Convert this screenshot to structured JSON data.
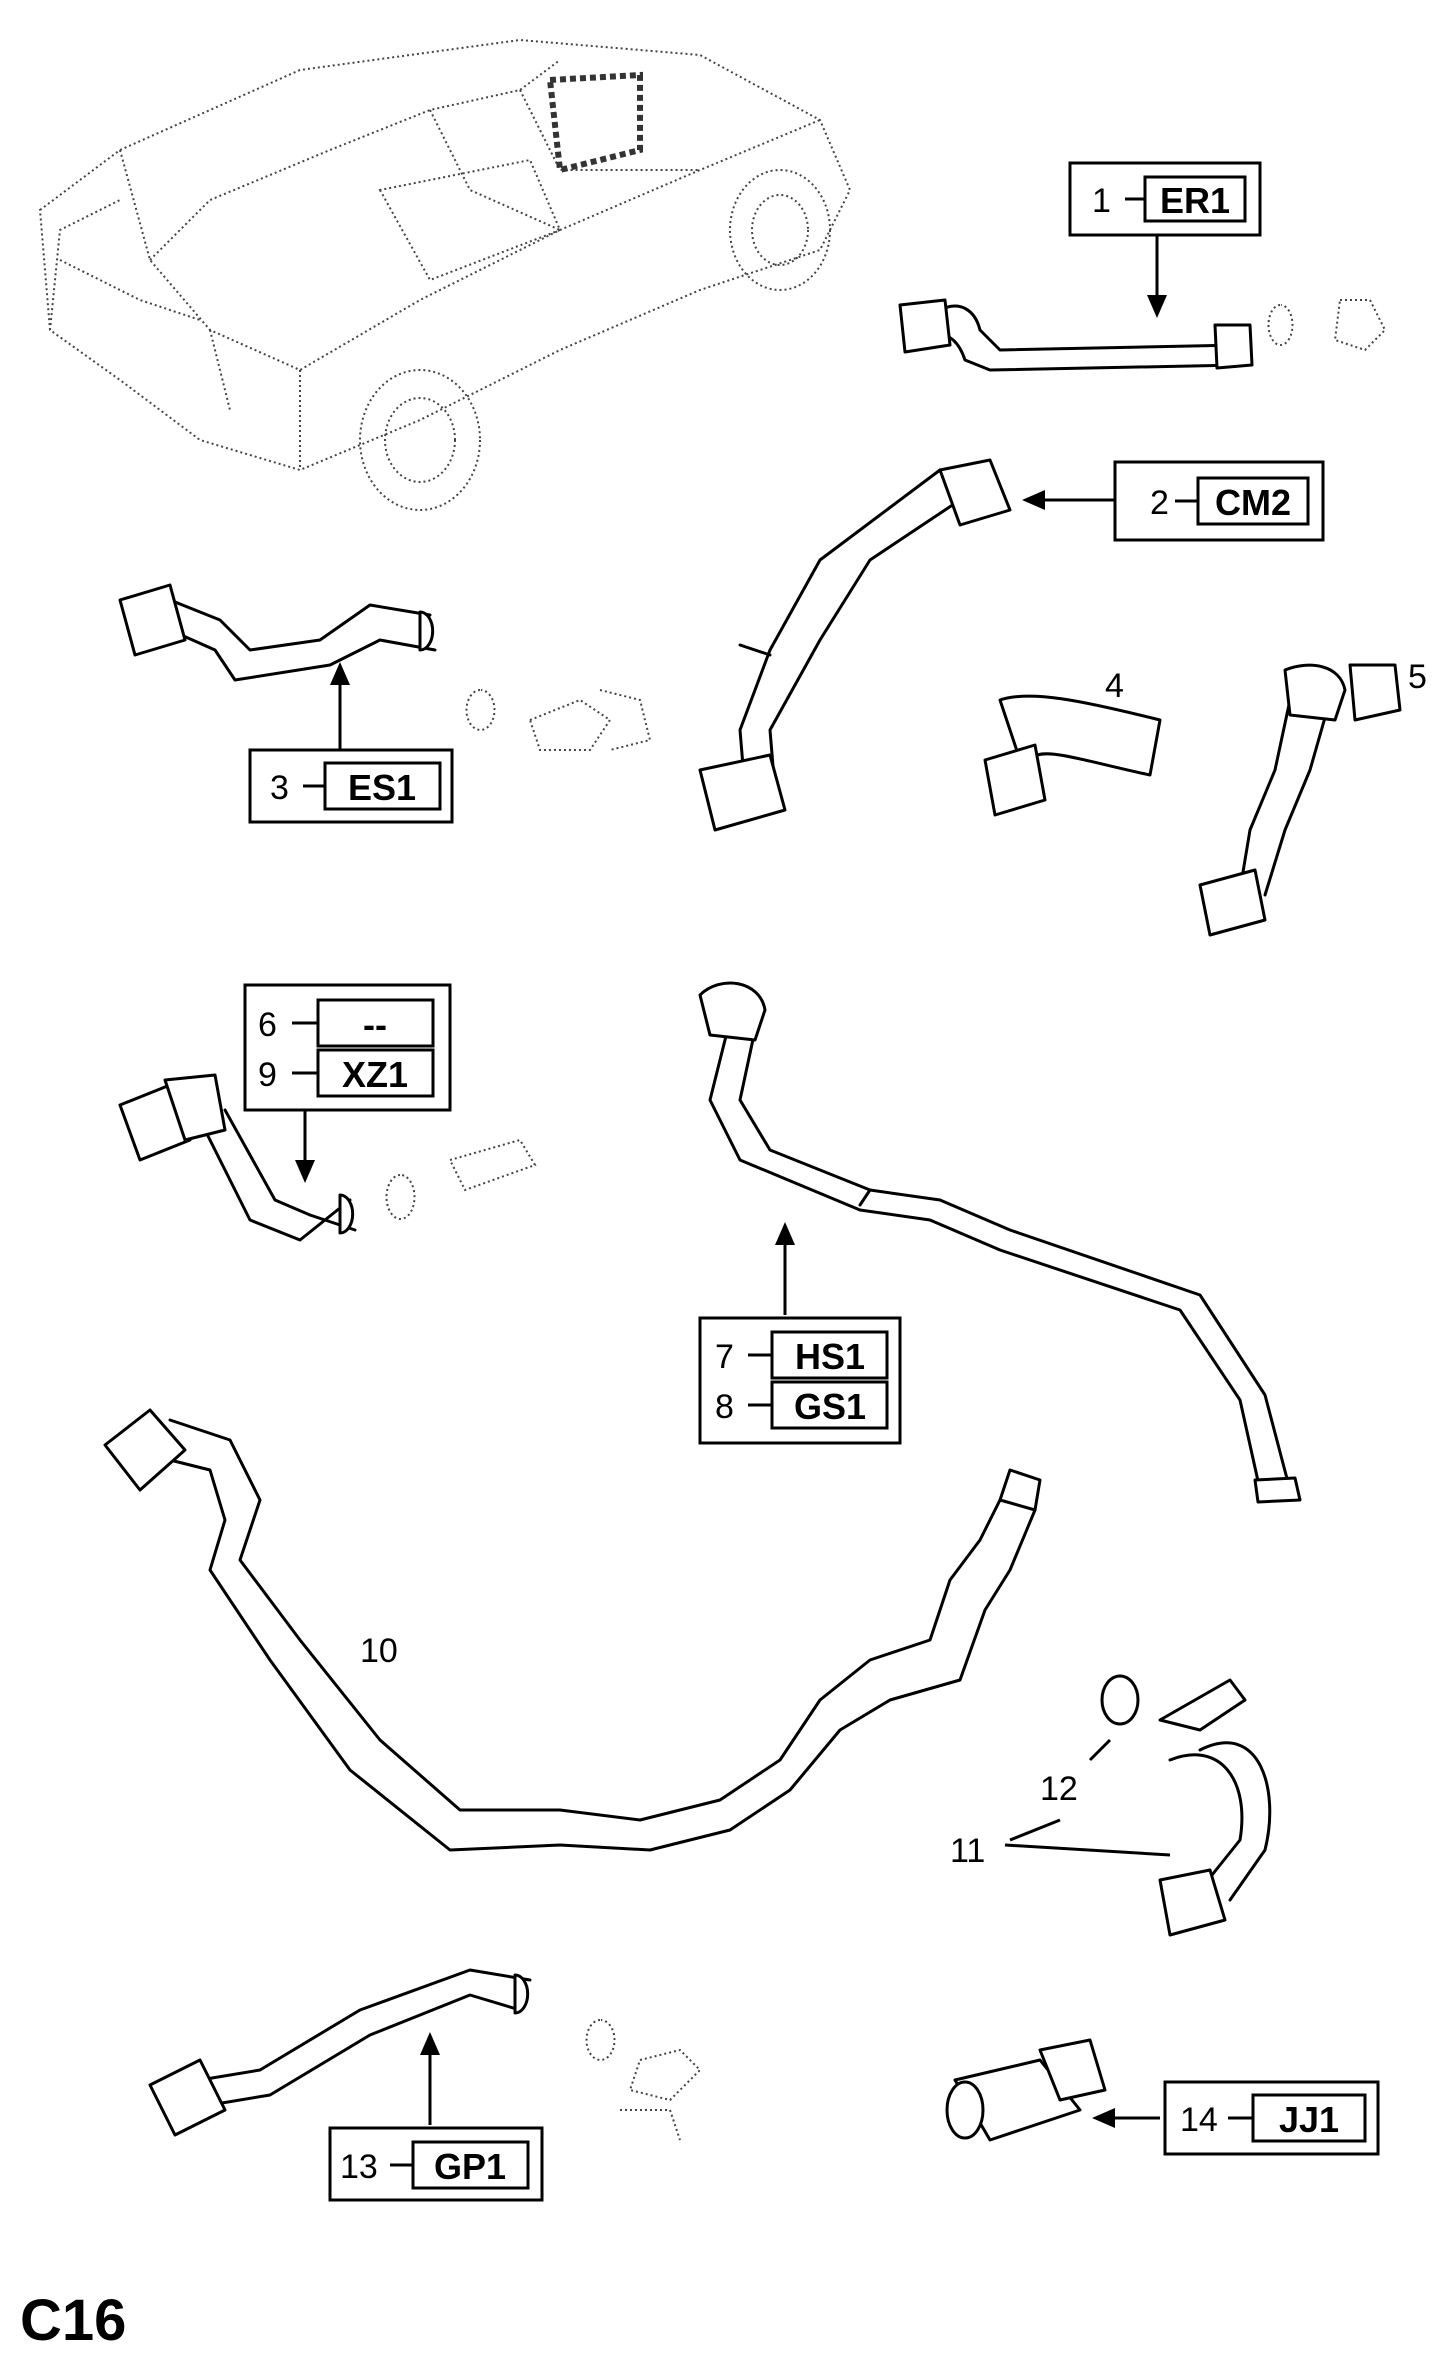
{
  "page_id": "C16",
  "callouts": [
    {
      "numbers": [
        "1"
      ],
      "codes": [
        "ER1"
      ]
    },
    {
      "numbers": [
        "2"
      ],
      "codes": [
        "CM2"
      ]
    },
    {
      "numbers": [
        "3"
      ],
      "codes": [
        "ES1"
      ]
    },
    {
      "numbers": [
        "6",
        "9"
      ],
      "codes": [
        "--",
        "XZ1"
      ]
    },
    {
      "numbers": [
        "7",
        "8"
      ],
      "codes": [
        "HS1",
        "GS1"
      ]
    },
    {
      "numbers": [
        "13"
      ],
      "codes": [
        "GP1"
      ]
    },
    {
      "numbers": [
        "14"
      ],
      "codes": [
        "JJ1"
      ]
    }
  ],
  "part_labels": [
    "4",
    "5",
    "10",
    "11",
    "12"
  ]
}
